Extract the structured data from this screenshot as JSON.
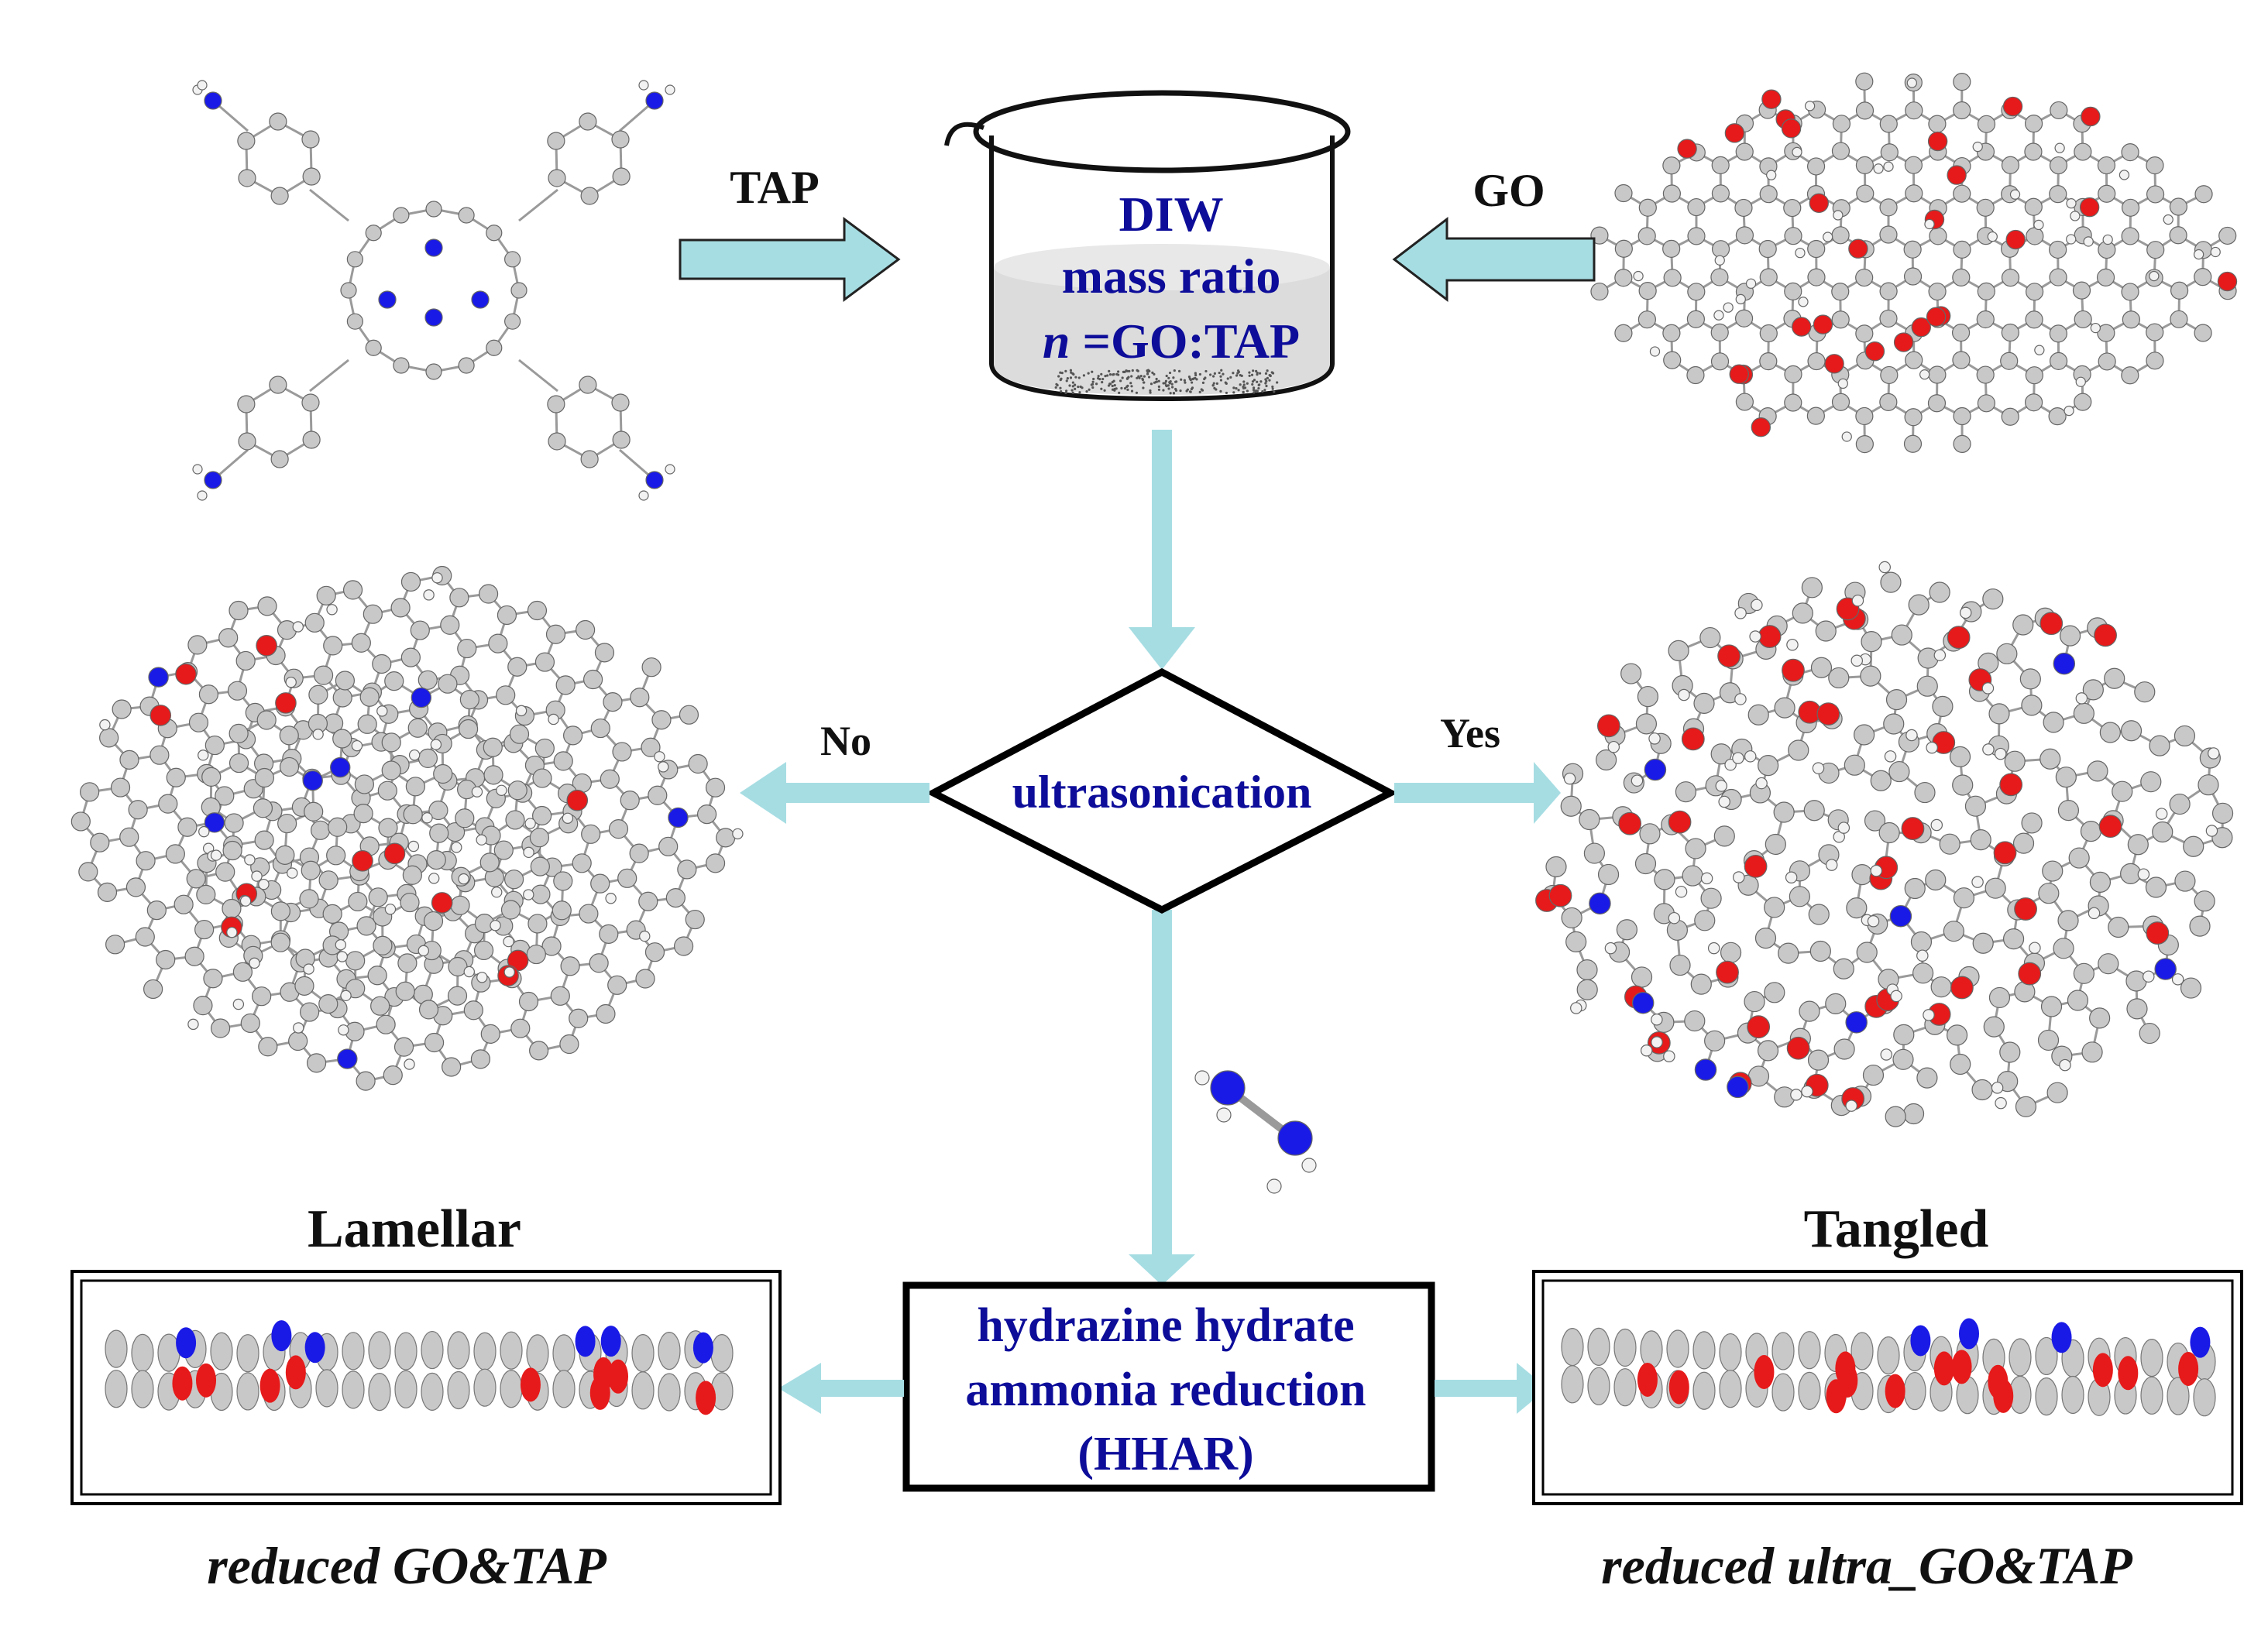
{
  "labels": {
    "tap": "TAP",
    "go": "GO",
    "no": "No",
    "yes": "Yes",
    "lamellar": "Lamellar",
    "tangled": "Tangled"
  },
  "beaker": {
    "line1": "DIW",
    "line2": "mass ratio",
    "line3_var": "n",
    "line3_rest": " =GO:TAP"
  },
  "decision": {
    "text": "ultrasonication"
  },
  "process": {
    "line1": "hydrazine hydrate",
    "line2": "ammonia reduction",
    "line3": "(HHAR)"
  },
  "captions": {
    "left": "reduced GO&TAP",
    "right": "reduced ultra_GO&TAP"
  },
  "colors": {
    "carbon": "#c8c8c8",
    "nitrogen": "#1a1ae6",
    "oxygen": "#e61a1a",
    "hydrogen": "#f2f2f2",
    "arrow": "#a6dde3",
    "text_blue": "#0d0d9a"
  }
}
